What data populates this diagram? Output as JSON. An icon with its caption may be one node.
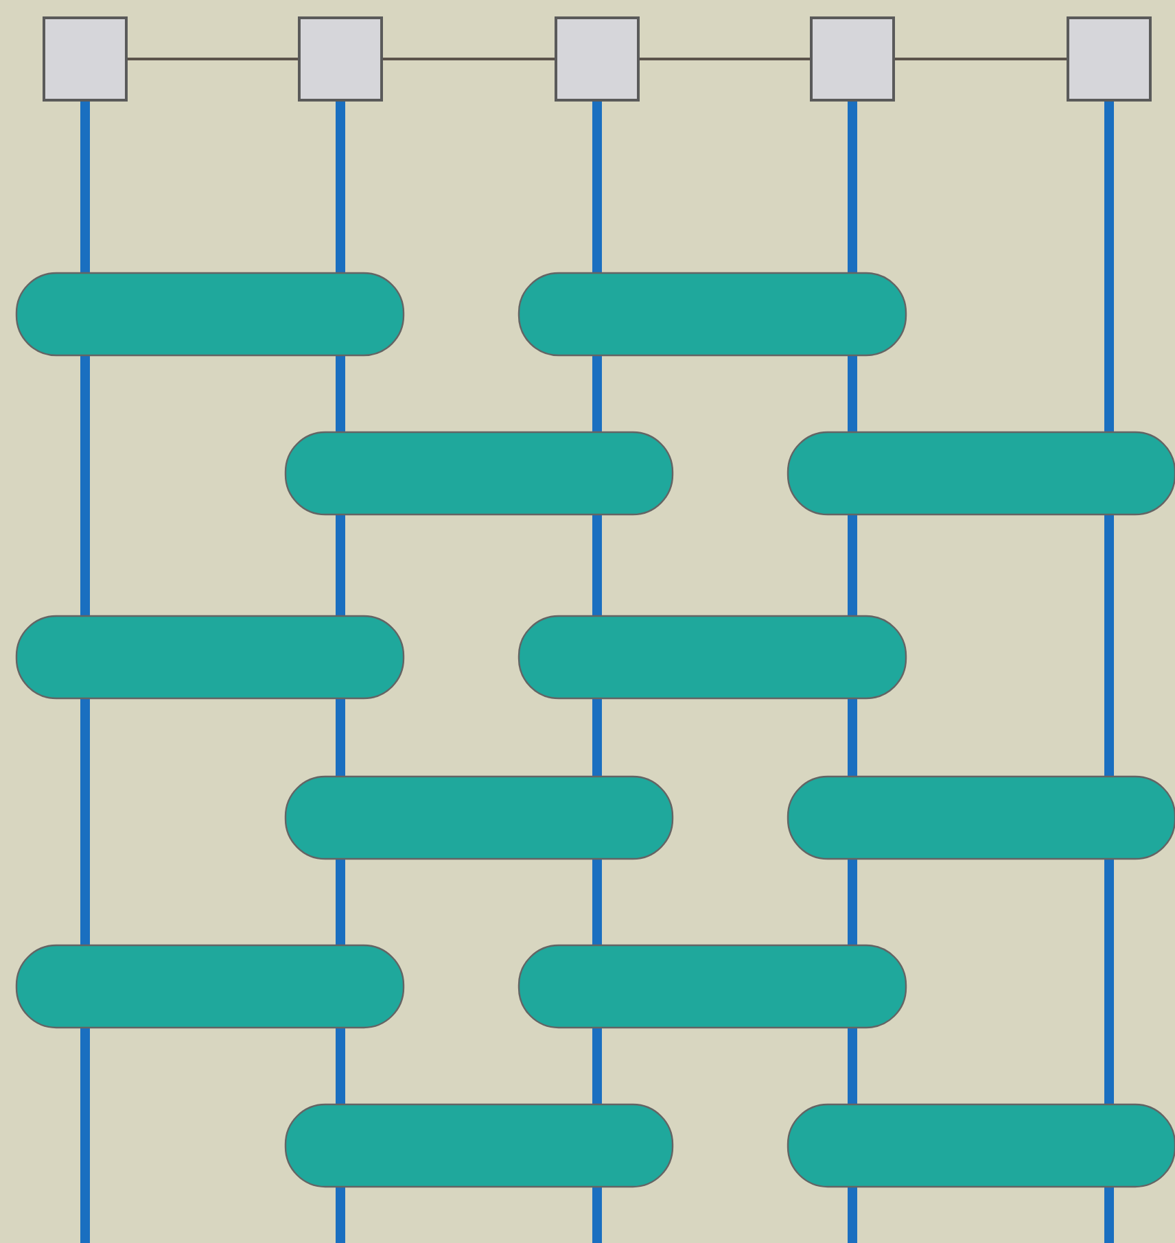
{
  "diagram": {
    "nodes": [
      {
        "text": [],
        "shape": "box"
      },
      {
        "text": [],
        "shape": "box"
      },
      {
        "text": [],
        "shape": "box"
      },
      {
        "text": [],
        "shape": "box"
      },
      {
        "text": [],
        "shape": "box"
      },
      {
        "text": [],
        "shape": "bar"
      },
      {
        "text": [],
        "shape": "bar"
      },
      {
        "text": [],
        "shape": "bar"
      },
      {
        "text": [],
        "shape": "bar"
      },
      {
        "text": [],
        "shape": "bar"
      },
      {
        "text": [],
        "shape": "bar"
      },
      {
        "text": [],
        "shape": "bar"
      },
      {
        "text": [],
        "shape": "bar"
      },
      {
        "text": [],
        "shape": "bar"
      },
      {
        "text": [],
        "shape": "bar"
      },
      {
        "text": [],
        "shape": "bar"
      },
      {
        "text": [],
        "shape": "bar"
      }
    ],
    "edges": [
      {
        "from": 0,
        "to": 1,
        "arrow": "none",
        "color": "#5b534b"
      },
      {
        "from": 1,
        "to": 2,
        "arrow": "none",
        "color": "#5b534b"
      },
      {
        "from": 2,
        "to": 3,
        "arrow": "none",
        "color": "#5b534b"
      },
      {
        "from": 3,
        "to": 4,
        "arrow": "none",
        "color": "#5b534b"
      },
      {
        "from": 0,
        "to": null,
        "arrow": "none"
      },
      {
        "from": 1,
        "to": null,
        "arrow": "none"
      },
      {
        "from": 2,
        "to": null,
        "arrow": "none"
      },
      {
        "from": 3,
        "to": null,
        "arrow": "none"
      },
      {
        "from": 4,
        "to": null,
        "arrow": "none"
      }
    ]
  }
}
